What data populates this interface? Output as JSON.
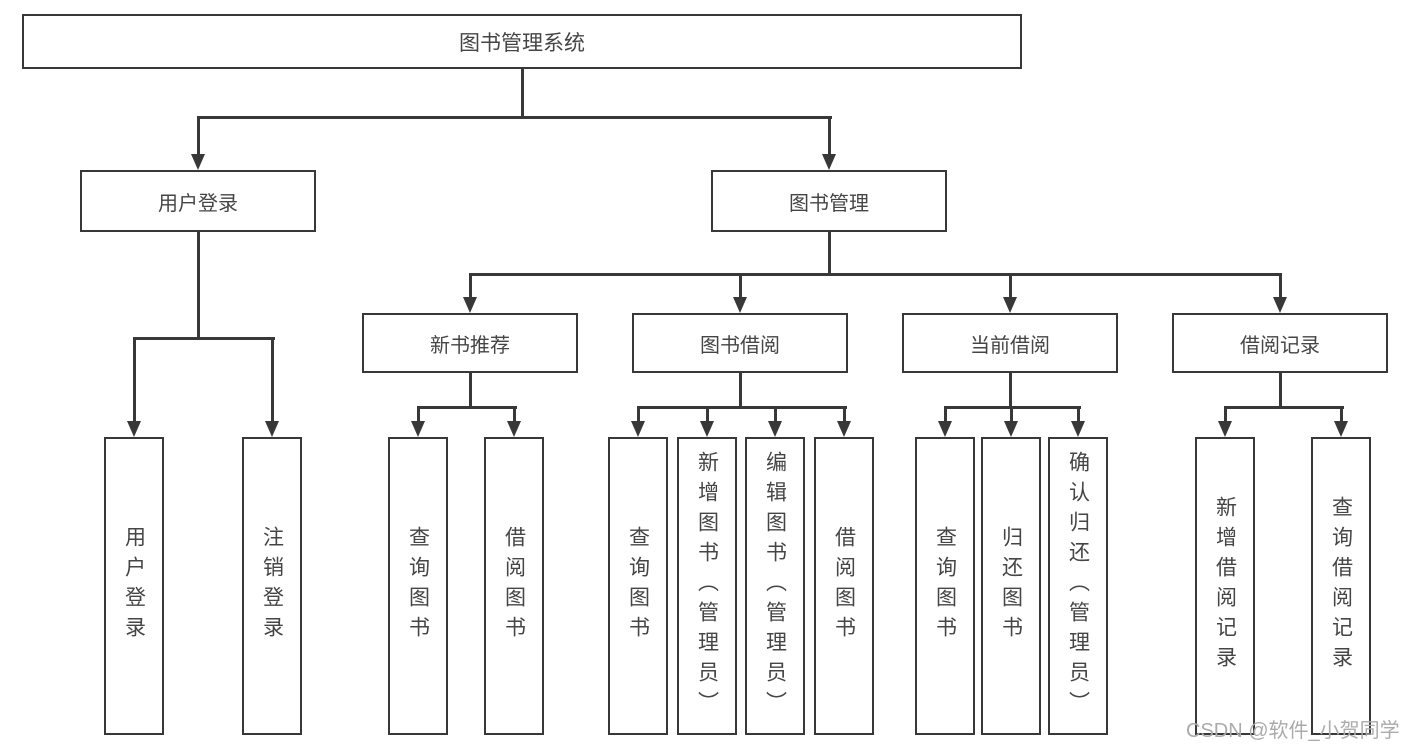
{
  "tree": {
    "root": {
      "label": "图书管理系统"
    },
    "children": [
      {
        "label": "用户登录",
        "children": [
          {
            "label": "用户登录"
          },
          {
            "label": "注销登录"
          }
        ]
      },
      {
        "label": "图书管理",
        "children": [
          {
            "label": "新书推荐",
            "children": [
              {
                "label": "查询图书"
              },
              {
                "label": "借阅图书"
              }
            ]
          },
          {
            "label": "图书借阅",
            "children": [
              {
                "label": "查询图书"
              },
              {
                "label": "新增图书（管理员）"
              },
              {
                "label": "编辑图书（管理员）"
              },
              {
                "label": "借阅图书"
              }
            ]
          },
          {
            "label": "当前借阅",
            "children": [
              {
                "label": "查询图书"
              },
              {
                "label": "归还图书"
              },
              {
                "label": "确认归还（管理员）"
              }
            ]
          },
          {
            "label": "借阅记录",
            "children": [
              {
                "label": "新增借阅记录"
              },
              {
                "label": "查询借阅记录"
              }
            ]
          }
        ]
      }
    ]
  },
  "watermark": {
    "text": "CSDN @软件_小贺同学"
  },
  "colors": {
    "line": "#383838",
    "box_border": "#383838",
    "text": "#454545",
    "watermark": "#ababab",
    "background": "#ffffff"
  }
}
